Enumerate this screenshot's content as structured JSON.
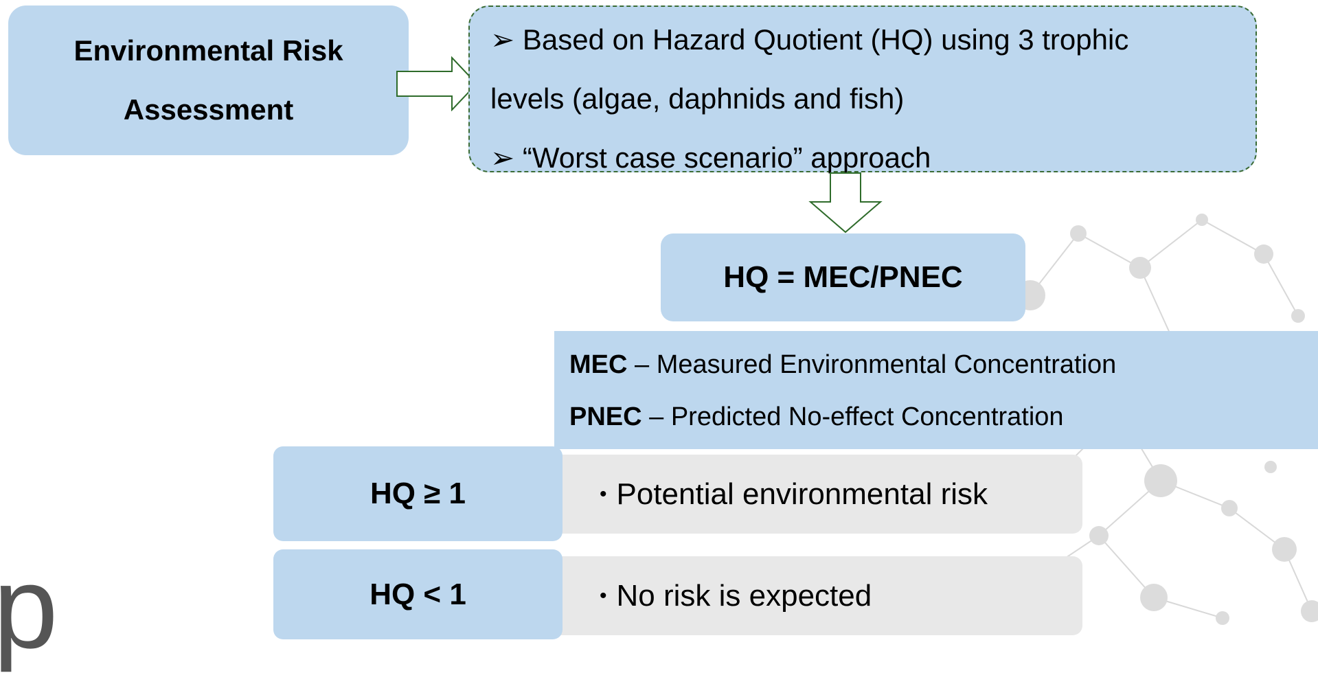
{
  "era": {
    "line1": "Environmental Risk",
    "line2": "Assessment"
  },
  "basis": {
    "bullet_glyph": "➢",
    "line1": "Based on Hazard Quotient (HQ) using 3 trophic",
    "line2": "levels (algae, daphnids and fish)",
    "line3": "“Worst case scenario” approach"
  },
  "formula": "HQ = MEC/PNEC",
  "definitions": [
    {
      "term": "MEC",
      "sep": " – ",
      "desc": "Measured Environmental Concentration"
    },
    {
      "term": "PNEC",
      "sep": " – ",
      "desc": "Predicted No-effect Concentration"
    }
  ],
  "conditions": [
    {
      "label": "HQ ≥ 1",
      "bullet": "•",
      "result": "Potential environmental risk"
    },
    {
      "label": "HQ < 1",
      "bullet": "•",
      "result": "No risk is expected"
    }
  ],
  "logo_fragment": "p",
  "colors": {
    "box_blue": "#bdd7ee",
    "box_grey": "#e8e8e8",
    "arrow_fill": "#ffffff",
    "arrow_stroke": "#2e6b2a"
  }
}
